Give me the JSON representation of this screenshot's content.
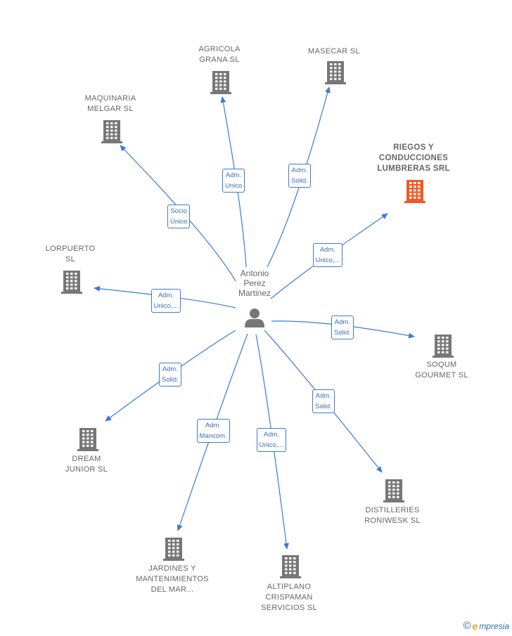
{
  "person": {
    "name": "Antonio\nPerez\nMartinez"
  },
  "companies": [
    {
      "id": "agricola",
      "label": "AGRICOLA\nGRANA  SL",
      "highlight": false
    },
    {
      "id": "masecar",
      "label": "MASECAR SL",
      "highlight": false
    },
    {
      "id": "maquinaria",
      "label": "MAQUINARIA\nMELGAR  SL",
      "highlight": false
    },
    {
      "id": "riegos",
      "label": "RIEGOS Y\nCONDUCCIONES\nLUMBRERAS SRL",
      "highlight": true
    },
    {
      "id": "lorpuerto",
      "label": "LORPUERTO\nSL",
      "highlight": false
    },
    {
      "id": "soqum",
      "label": "SOQUM\nGOURMET  SL",
      "highlight": false
    },
    {
      "id": "dream",
      "label": "DREAM\nJUNIOR  SL",
      "highlight": false
    },
    {
      "id": "distilleries",
      "label": "DISTILLERIES\nRONIWESK SL",
      "highlight": false
    },
    {
      "id": "jardines",
      "label": "JARDINES Y\nMANTENIMIENTOS\nDEL MAR...",
      "highlight": false
    },
    {
      "id": "altiplano",
      "label": "ALTIPLANO\nCRISPAMAN\nSERVICIOS  SL",
      "highlight": false
    }
  ],
  "edges": [
    {
      "to": "agricola",
      "label": "Adm.\nUnico"
    },
    {
      "to": "masecar",
      "label": "Adm.\nSolid."
    },
    {
      "to": "maquinaria",
      "label": "Socio\nÚnico"
    },
    {
      "to": "riegos",
      "label": "Adm.\nUnico,..."
    },
    {
      "to": "lorpuerto",
      "label": "Adm.\nUnico,..."
    },
    {
      "to": "soqum",
      "label": "Adm.\nSolid."
    },
    {
      "to": "dream",
      "label": "Adm.\nSolid."
    },
    {
      "to": "distilleries",
      "label": "Adm.\nSolid."
    },
    {
      "to": "jardines",
      "label": "Adm.\nMancom."
    },
    {
      "to": "altiplano",
      "label": "Adm.\nUnico,..."
    }
  ],
  "colors": {
    "edge": "#3a7bd5",
    "building": "#777777",
    "building_highlight": "#f05a28",
    "person": "#777777"
  },
  "footer": {
    "copyright_symbol": "©",
    "brand_initial": "e",
    "brand_rest": "mpresia"
  }
}
